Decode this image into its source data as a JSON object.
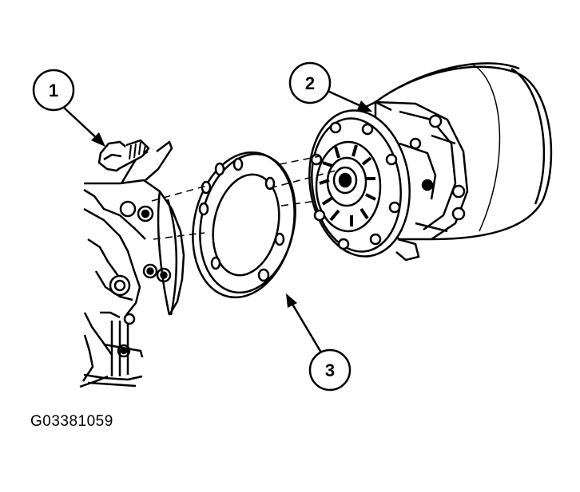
{
  "diagram": {
    "figure_id": "G03381059",
    "callouts": [
      {
        "number": "1"
      },
      {
        "number": "2"
      },
      {
        "number": "3"
      }
    ],
    "line_color": "#000000",
    "background": "#ffffff"
  }
}
